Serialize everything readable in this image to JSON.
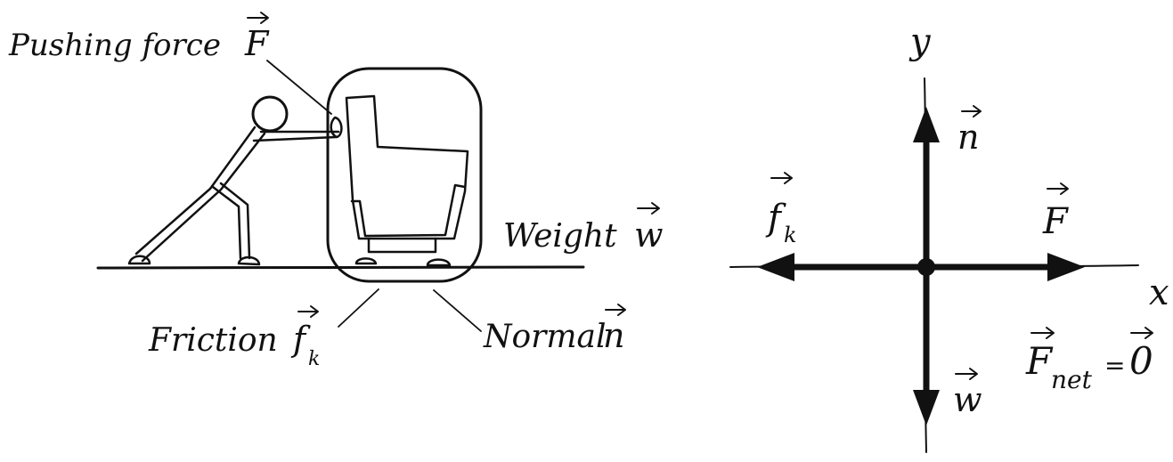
{
  "left_labels": {
    "pushing_force": "Pushing force",
    "weight": "Weight",
    "friction": "Friction",
    "normal": "Normal"
  },
  "vectors": {
    "F": "F",
    "w": "w",
    "f": "f",
    "k": "k",
    "n": "n"
  },
  "axes": {
    "x": "x",
    "y": "y"
  },
  "net_force": {
    "F": "F",
    "sub": "net",
    "equals": "=",
    "zero": "0"
  },
  "colors": {
    "ink": "#111111",
    "background": "#ffffff"
  }
}
